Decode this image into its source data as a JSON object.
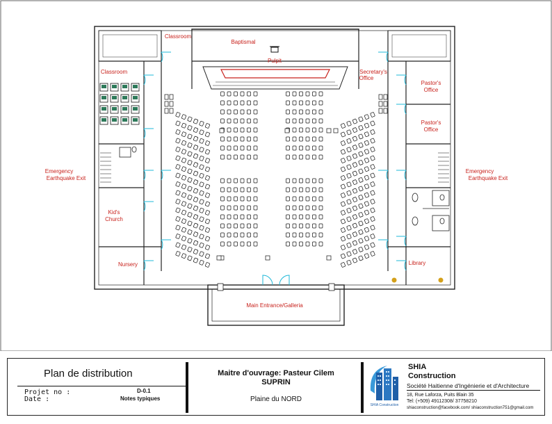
{
  "rooms": {
    "classroom_top": "Classroom",
    "baptismal": "Baptismal",
    "pulpit": "Pulpit",
    "classroom_left": "Classroom",
    "secretary_line1": "Secretary's",
    "secretary_line2": "Office",
    "pastor1_line1": "Pastor's",
    "pastor1_line2": "Office",
    "pastor2_line1": "Pastor's",
    "pastor2_line2": "Office",
    "exit_left_line1": "Emergency",
    "exit_left_line2": "Earthquake Exit",
    "exit_right_line1": "Emergency",
    "exit_right_line2": "Earthquake Exit",
    "kids_line1": "Kid's",
    "kids_line2": "Church",
    "nursery": "Nursery",
    "library": "Library",
    "main_entrance": "Main Entrance/Galleria"
  },
  "title_block": {
    "plan_title": "Plan de distribution",
    "projet_label": "Projet no :",
    "date_label": "Date   :",
    "sheet_code": "D-0.1",
    "sheet_name": "Notes typiques",
    "owner_line1": "Maitre d'ouvrage: Pasteur Cilem",
    "owner_line2": "SUPRIN",
    "location": "Plaine du NORD",
    "logo_text": "SHIA Construction",
    "company_line1": "SHIA",
    "company_line2": "Construction",
    "company_full": "Société Haitienne d'Ingénierie et d'Architecture",
    "address": "18, Rue Laforza, Puits Blain 35",
    "phone": "Tel: (+509) 49112308/ 37758210",
    "contact": "shiaconstruction@facebook.com/ shiaconstruction751@gmail.com"
  },
  "colors": {
    "label_red": "#c8221c",
    "door_cyan": "#1fb8d8",
    "seat_green": "#2d7a5a",
    "pulpit_red": "#c8221c"
  }
}
